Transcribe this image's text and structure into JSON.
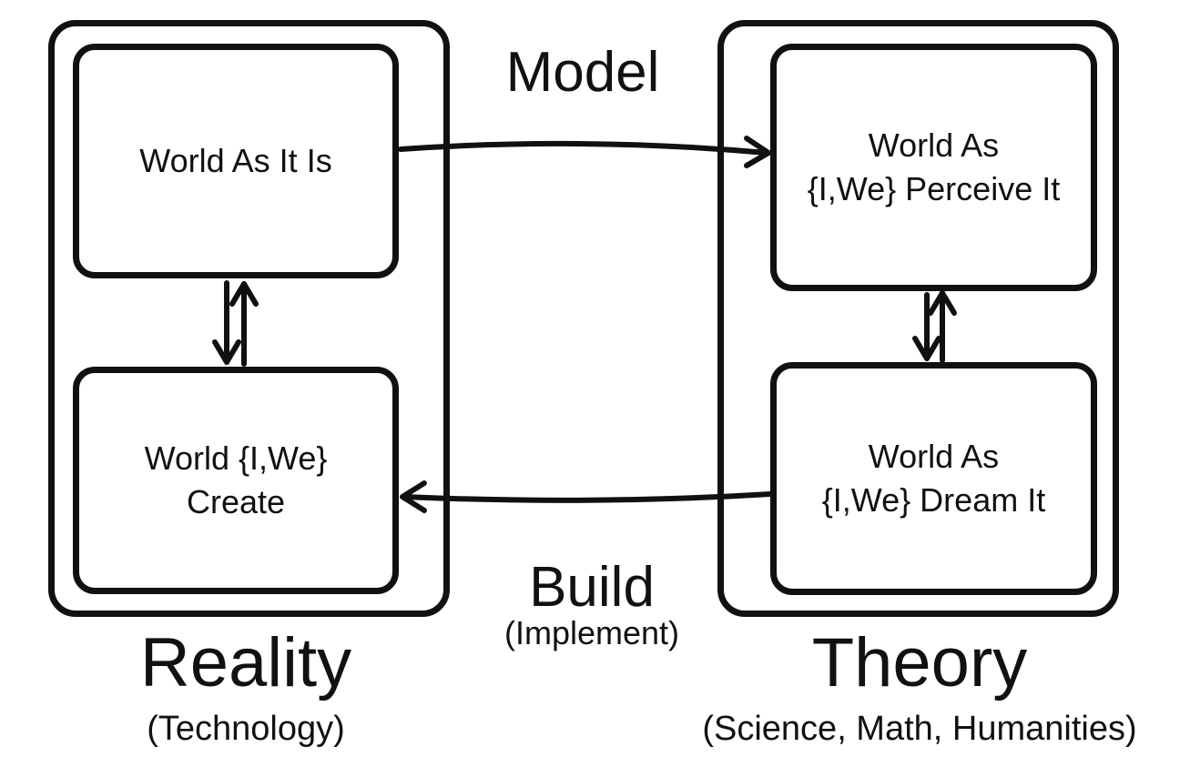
{
  "reality": {
    "title": "Reality",
    "subtitle": "(Technology)",
    "top_box": {
      "line1": "World As It Is",
      "line2": ""
    },
    "bottom_box": {
      "line1": "World {I,We}",
      "line2": "Create"
    }
  },
  "theory": {
    "title": "Theory",
    "subtitle": "(Science, Math, Humanities)",
    "top_box": {
      "line1": "World As",
      "line2": "{I,We} Perceive It"
    },
    "bottom_box": {
      "line1": "World As",
      "line2": "{I,We} Dream It"
    }
  },
  "model_label": "Model",
  "build_label": "Build",
  "build_sublabel": "(Implement)"
}
